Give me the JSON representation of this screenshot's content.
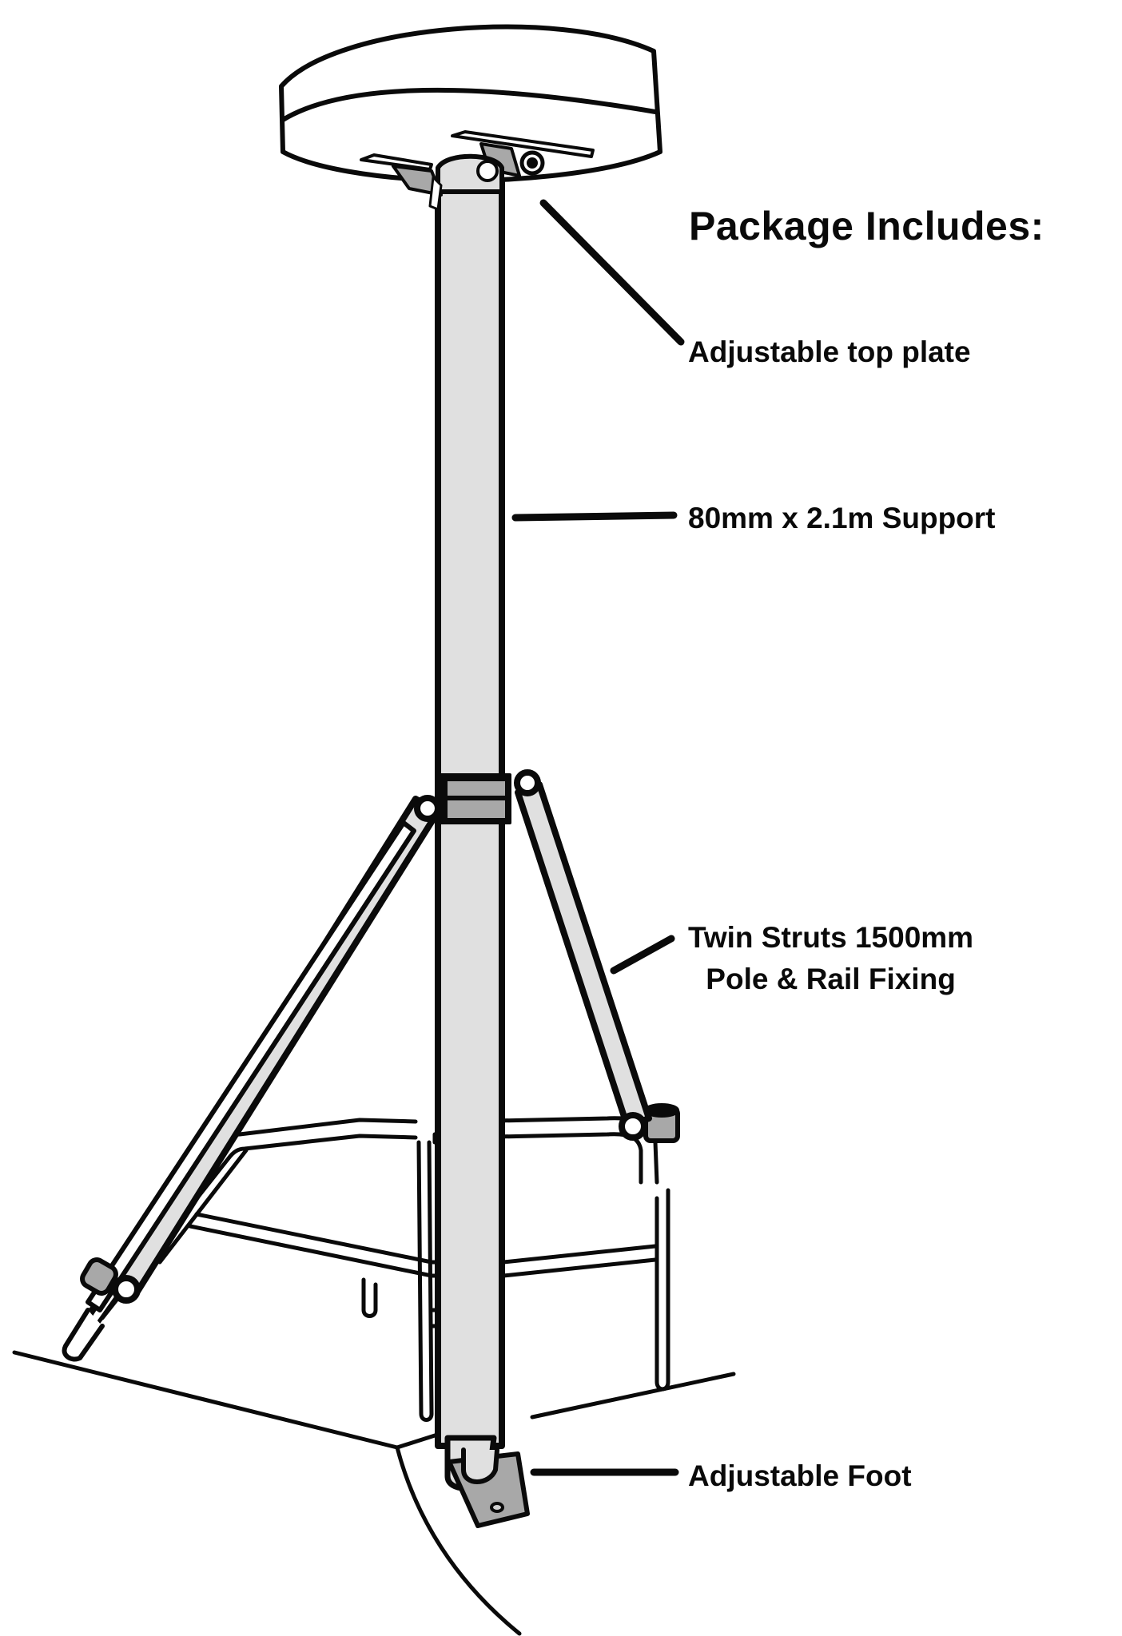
{
  "title": "Package Includes:",
  "labels": {
    "top_plate": "Adjustable top plate",
    "support": "80mm x 2.1m Support",
    "struts_line1": "Twin Struts 1500mm",
    "struts_line2": "Pole & Rail Fixing",
    "foot": "Adjustable Foot"
  },
  "colors": {
    "outline": "#0a0a0a",
    "pole_fill": "#e0e0e0",
    "bracket_fill": "#a8a8a8",
    "background": "#ffffff"
  },
  "components": [
    {
      "name": "Radar dome",
      "callout": false
    },
    {
      "name": "Adjustable top plate",
      "callout": true
    },
    {
      "name": "Support pole",
      "callout": true
    },
    {
      "name": "Strut clamp collar",
      "callout": false
    },
    {
      "name": "Twin struts",
      "callout": true
    },
    {
      "name": "Boat rail",
      "callout": false
    },
    {
      "name": "Adjustable foot",
      "callout": true
    }
  ]
}
